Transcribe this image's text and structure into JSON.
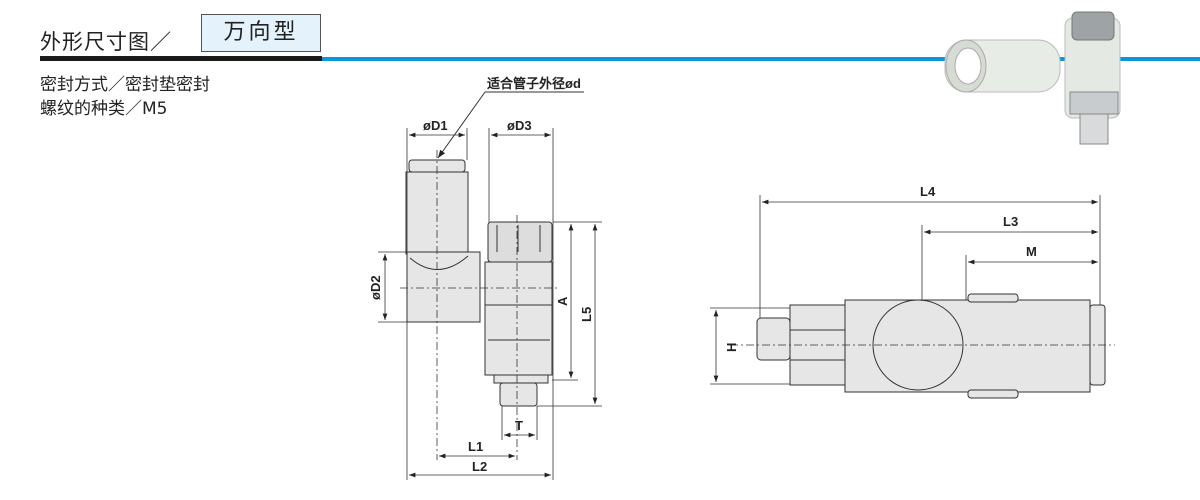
{
  "header": {
    "title": "外形尺寸图／",
    "type_label": "万向型"
  },
  "specs": {
    "seal_method": "密封方式／密封垫密封",
    "thread_type": "螺纹的种类／M5"
  },
  "front_view": {
    "tube_callout": "适合管子外径ød",
    "labels": {
      "d1": "øD1",
      "d3": "øD3",
      "d2": "øD2",
      "a": "A",
      "l5": "L5",
      "t": "T",
      "l1": "L1",
      "l2": "L2"
    }
  },
  "side_view": {
    "labels": {
      "l4": "L4",
      "l3": "L3",
      "m": "M",
      "h": "H"
    }
  },
  "colors": {
    "accent_blue": "#0a96dc",
    "part_gray": "#e6e6e6"
  }
}
